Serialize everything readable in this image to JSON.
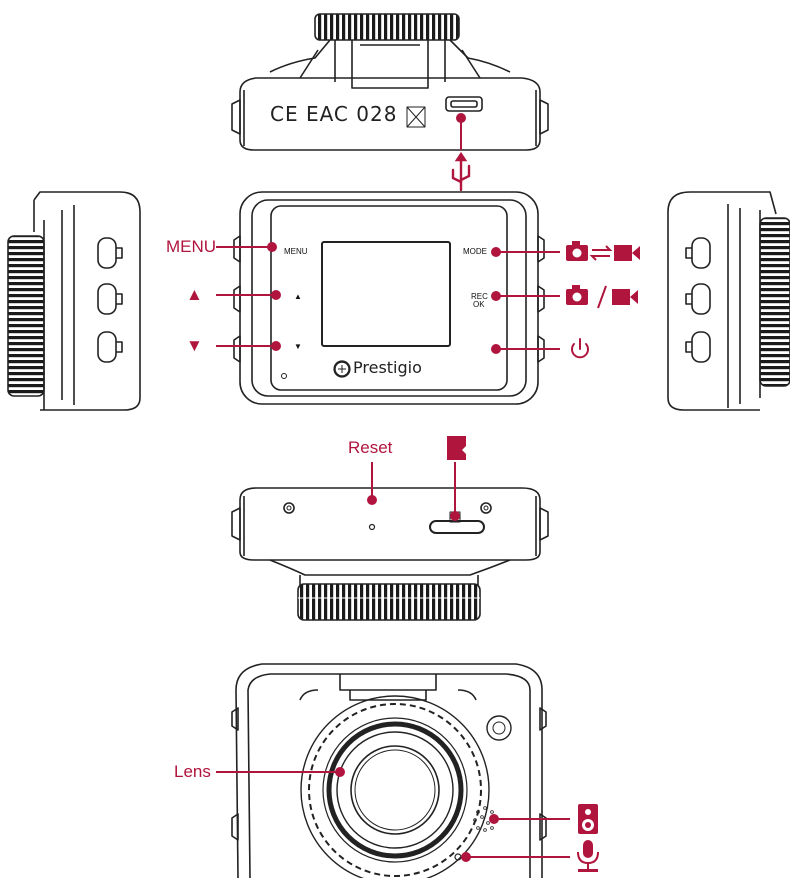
{
  "device": {
    "brand": "Prestigio",
    "certification_marks": "CE EAC 028"
  },
  "button_labels": {
    "menu": "MENU",
    "mode": "MODE",
    "rec": "REC",
    "ok": "OK",
    "up_arrow": "▲",
    "down_arrow": "▼"
  },
  "callouts": {
    "menu": "MENU",
    "up": "▲",
    "down": "▼",
    "power": "⏻",
    "reset": "Reset",
    "lens": "Lens"
  },
  "icons": {
    "usb": "usb-icon",
    "mode": "camera-swap-video-icon",
    "rec": "camera-slash-video-icon",
    "power": "power-icon",
    "microsd": "microsd-card-icon",
    "speaker": "speaker-icon",
    "microphone": "microphone-icon"
  },
  "colors": {
    "accent": "#b0153e",
    "outline": "#222222"
  }
}
